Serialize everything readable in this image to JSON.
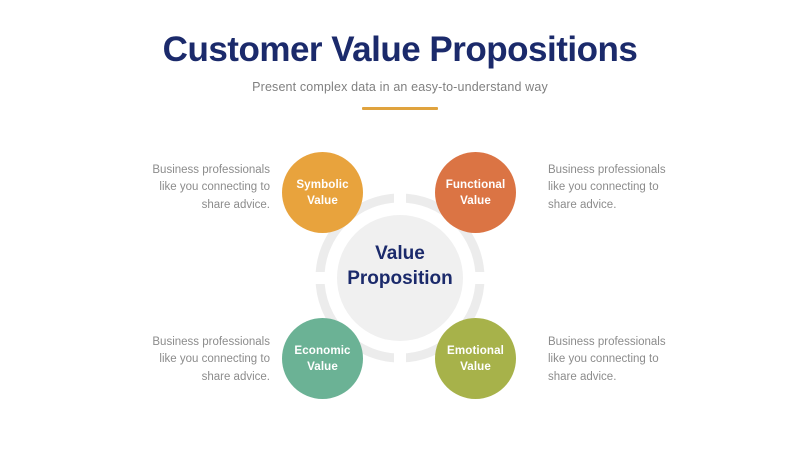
{
  "header": {
    "title": "Customer Value Propositions",
    "subtitle": "Present complex data in an easy-to-understand way",
    "accent_color": "#e0a33e",
    "title_color": "#1b2a6b",
    "subtitle_color": "#808080"
  },
  "diagram": {
    "center_label_line1": "Value",
    "center_label_line2": "Proposition",
    "center_label_color": "#1b2a6b",
    "inner_disc_color": "#f0f0f0",
    "ring_color": "#ececec",
    "nodes": [
      {
        "id": "symbolic",
        "label_line1": "Symbolic",
        "label_line2": "Value",
        "color": "#e8a33d",
        "position": "top-left"
      },
      {
        "id": "functional",
        "label_line1": "Functional",
        "label_line2": "Value",
        "color": "#db7444",
        "position": "top-right"
      },
      {
        "id": "economic",
        "label_line1": "Economic",
        "label_line2": "Value",
        "color": "#6bb295",
        "position": "bottom-left"
      },
      {
        "id": "emotional",
        "label_line1": "Emotional",
        "label_line2": "Value",
        "color": "#a7b24a",
        "position": "bottom-right"
      }
    ]
  },
  "descriptions": {
    "top_left": {
      "line1": "Business professionals",
      "line2": "like you connecting to",
      "line3": "share advice."
    },
    "top_right": {
      "line1": "Business professionals",
      "line2": "like you connecting to",
      "line3": "share advice."
    },
    "bottom_left": {
      "line1": "Business professionals",
      "line2": "like you connecting to",
      "line3": "share advice."
    },
    "bottom_right": {
      "line1": "Business professionals",
      "line2": "like you connecting to",
      "line3": "share advice."
    }
  }
}
